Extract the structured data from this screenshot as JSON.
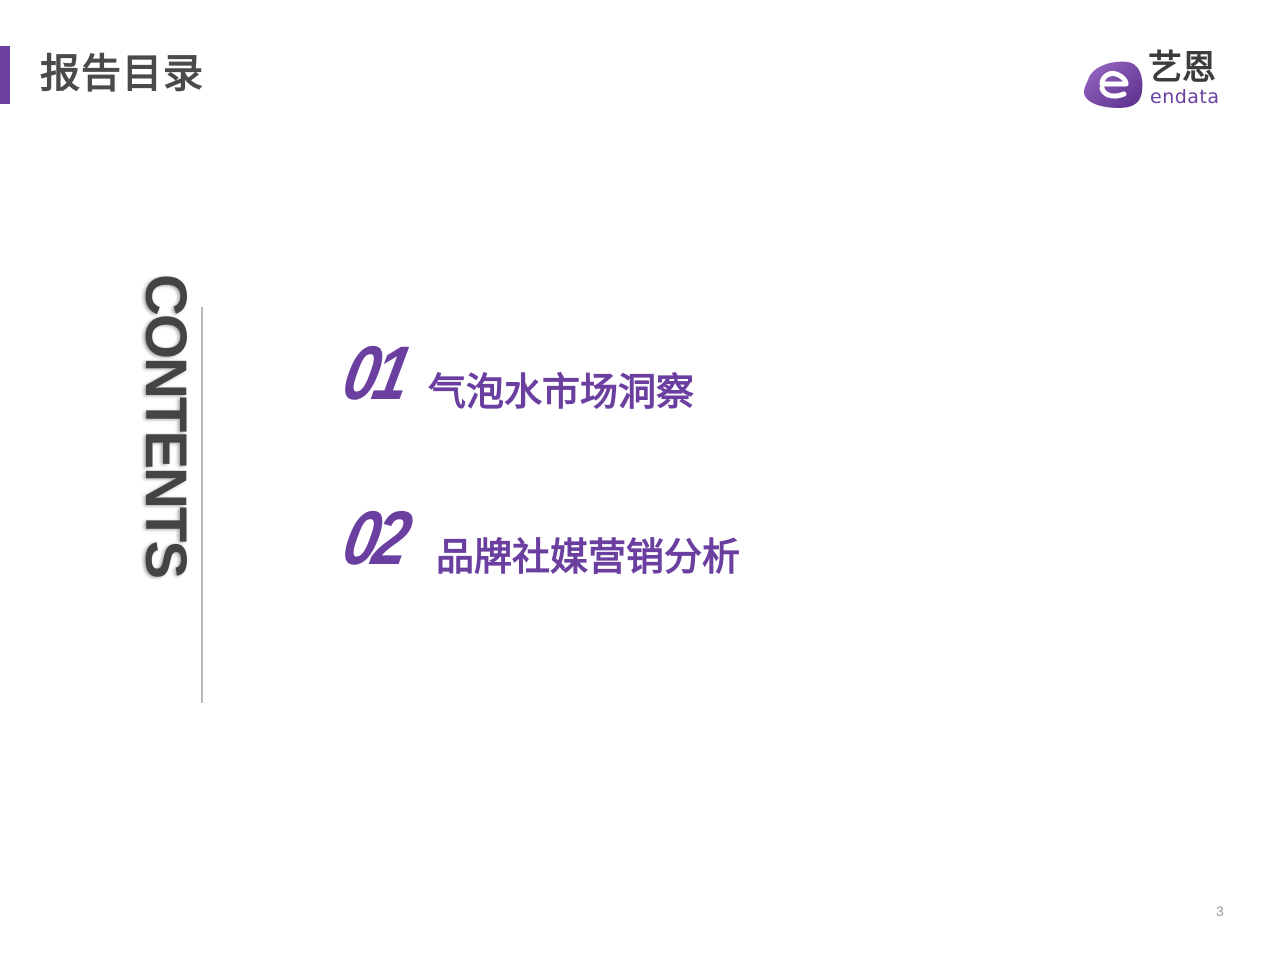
{
  "header": {
    "title": "报告目录"
  },
  "logo": {
    "chinese": "艺恩",
    "english": "endata"
  },
  "contents_label": "CONTENTS",
  "toc": [
    {
      "number": "01",
      "label": "气泡水市场洞察"
    },
    {
      "number": "02",
      "label": "品牌社媒营销分析"
    }
  ],
  "footer": {
    "page_number": "3"
  },
  "colors": {
    "accent": "#6b3fa0",
    "title_text": "#4a4a4a",
    "divider": "#b8b8b8"
  }
}
